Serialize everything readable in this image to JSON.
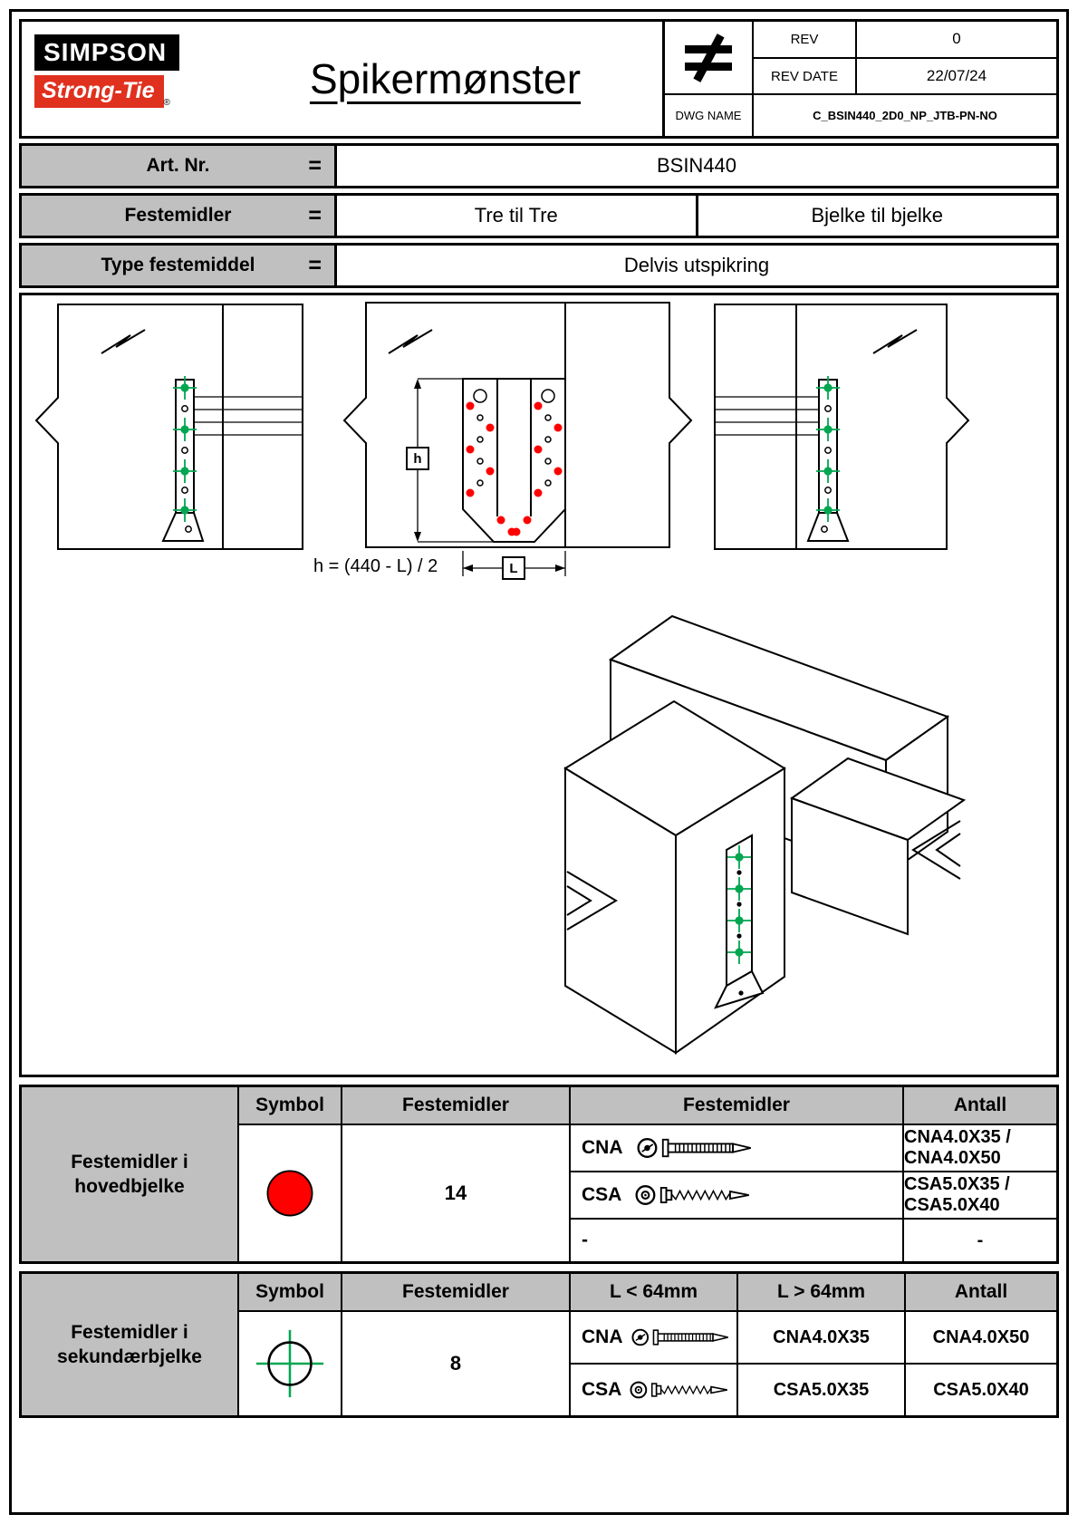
{
  "header": {
    "logo_line1": "SIMPSON",
    "logo_line2": "Strong-Tie",
    "logo_reg": "®",
    "title": "Spikermønster",
    "rev_label": "REV",
    "rev_value": "0",
    "rev_date_label": "REV DATE",
    "rev_date_value": "22/07/24",
    "dwg_label": "DWG NAME",
    "dwg_value": "C_BSIN440_2D0_NP_JTB-PN-NO"
  },
  "info": {
    "art_label": "Art. Nr.",
    "art_eq": "=",
    "art_value": "BSIN440",
    "fest_label": "Festemidler",
    "fest_eq": "=",
    "fest_value_left": "Tre til Tre",
    "fest_value_right": "Bjelke til bjelke",
    "type_label": "Type festemiddel",
    "type_eq": "=",
    "type_value": "Delvis utspikring"
  },
  "drawing": {
    "formula": "h = (440 - L) / 2",
    "h_label": "h",
    "l_label": "L"
  },
  "table_main": {
    "label_line1": "Festemidler i",
    "label_line2": "hovedbjelke",
    "col_symbol": "Symbol",
    "col_festemidler": "Festemidler",
    "col_festemidler2": "Festemidler",
    "col_antall": "Antall",
    "rows": [
      {
        "code": "CNA",
        "value": "CNA4.0X35 / CNA4.0X50"
      },
      {
        "code": "CSA",
        "value": "CSA5.0X35 / CSA5.0X40"
      },
      {
        "code": "-",
        "value": "-"
      }
    ],
    "antall": "14"
  },
  "table_secondary": {
    "label_line1": "Festemidler i",
    "label_line2": "sekundærbjelke",
    "col_symbol": "Symbol",
    "col_festemidler": "Festemidler",
    "col_l_less": "L < 64mm",
    "col_l_greater": "L > 64mm",
    "col_antall": "Antall",
    "rows": [
      {
        "code": "CNA",
        "value_less": "CNA4.0X35",
        "value_greater": "CNA4.0X50"
      },
      {
        "code": "CSA",
        "value_less": "CSA5.0X35",
        "value_greater": "CSA5.0X40"
      }
    ],
    "antall": "8"
  },
  "colors": {
    "brand_red": "#e0301e",
    "fastener_main_red": "#ff0000",
    "fastener_secondary_green": "#00a651",
    "table_header_gray": "#c0c0c0"
  }
}
